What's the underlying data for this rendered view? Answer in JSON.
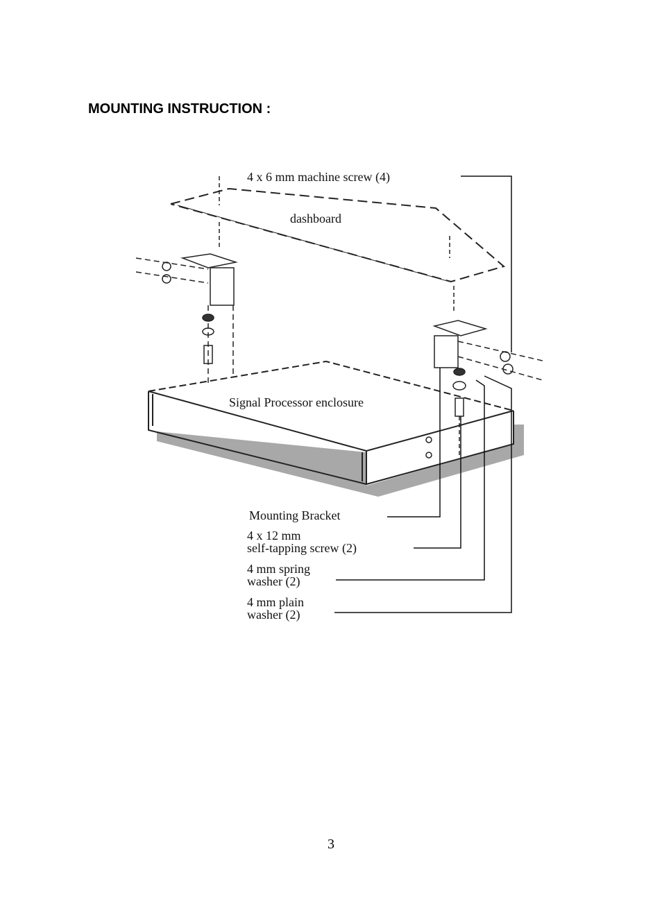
{
  "heading": "MOUNTING INSTRUCTION :",
  "figure": {
    "labels": {
      "machine_screw": "4 x 6 mm machine screw (4)",
      "dashboard": "dashboard",
      "enclosure": "Signal Processor enclosure",
      "bracket": "Mounting Bracket",
      "self_tapping_1": "4 x 12 mm",
      "self_tapping_2": "self-tapping screw (2)",
      "spring_washer_1": "4 mm spring",
      "spring_washer_2": "washer (2)",
      "plain_washer_1": "4 mm plain",
      "plain_washer_2": "washer (2)"
    }
  },
  "page_number": "3"
}
